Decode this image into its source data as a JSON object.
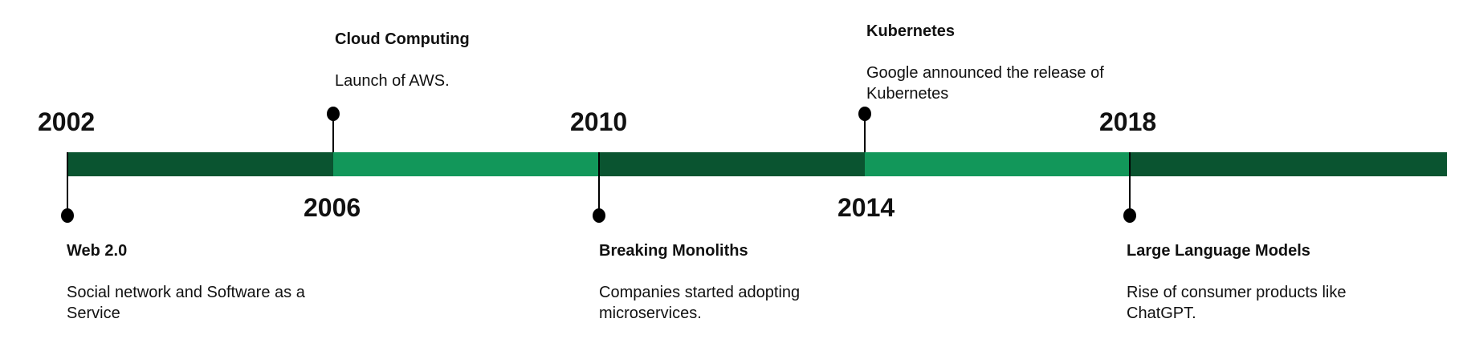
{
  "colors": {
    "dark_green": "#0a5430",
    "light_green": "#12975a",
    "marker": "#000000"
  },
  "years": [
    {
      "label": "2002",
      "position": "above"
    },
    {
      "label": "2006",
      "position": "below"
    },
    {
      "label": "2010",
      "position": "above"
    },
    {
      "label": "2014",
      "position": "below"
    },
    {
      "label": "2018",
      "position": "above"
    }
  ],
  "segments": [
    {
      "color": "dark_green"
    },
    {
      "color": "light_green"
    },
    {
      "color": "dark_green"
    },
    {
      "color": "light_green"
    },
    {
      "color": "dark_green"
    }
  ],
  "events": [
    {
      "year": "2002",
      "side": "below",
      "title": "Web 2.0",
      "description": "Social network and Software as a Service"
    },
    {
      "year": "2006",
      "side": "above",
      "title": "Cloud Computing",
      "description": "Launch of AWS."
    },
    {
      "year": "2010",
      "side": "below",
      "title": "Breaking Monoliths",
      "description": "Companies started adopting microservices."
    },
    {
      "year": "2014",
      "side": "above",
      "title": "Kubernetes",
      "description": "Google announced the release of Kubernetes"
    },
    {
      "year": "2018",
      "side": "below",
      "title": "Large Language Models",
      "description": "Rise of consumer products like ChatGPT."
    }
  ]
}
